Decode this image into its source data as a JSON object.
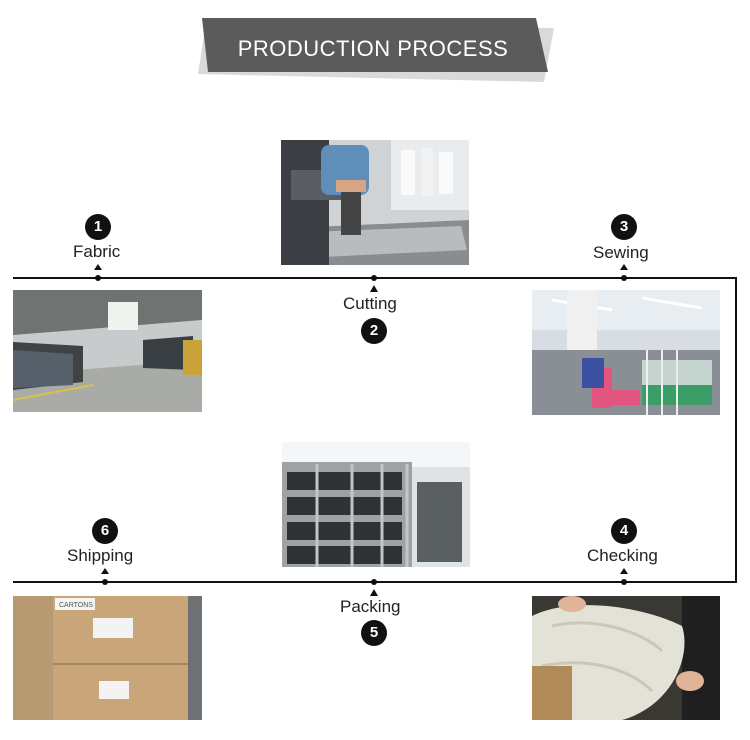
{
  "banner": {
    "title": "PRODUCTION PROCESS"
  },
  "steps": [
    {
      "number": "1",
      "label": "Fabric"
    },
    {
      "number": "2",
      "label": "Cutting"
    },
    {
      "number": "3",
      "label": "Sewing"
    },
    {
      "number": "4",
      "label": "Checking"
    },
    {
      "number": "5",
      "label": "Packing"
    },
    {
      "number": "6",
      "label": "Shipping"
    }
  ],
  "photos": {
    "box_label": "CARTONS"
  },
  "colors": {
    "banner": "#5b5b5b",
    "line": "#111111",
    "badge": "#111111"
  }
}
